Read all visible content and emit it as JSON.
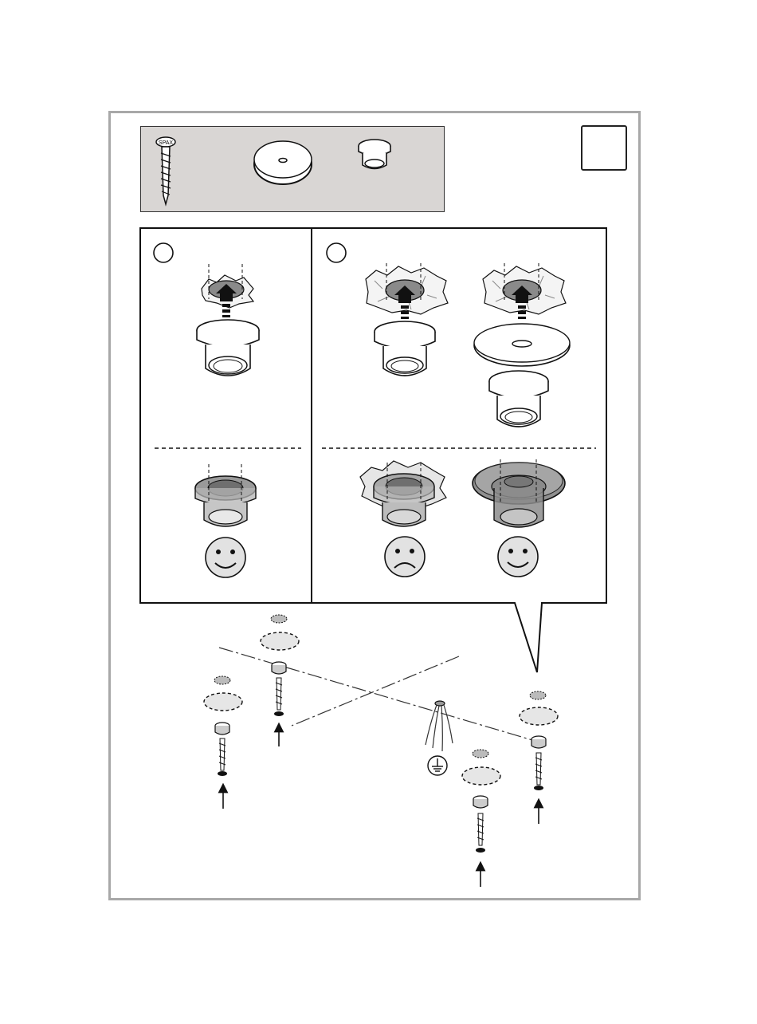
{
  "step_number": "",
  "option_a_marker": "",
  "option_b_marker": "",
  "parts": [
    {
      "name": "screw",
      "icon": "screw-icon"
    },
    {
      "name": "cover-disc",
      "icon": "disc-washer-icon"
    },
    {
      "name": "sleeve",
      "icon": "flanged-sleeve-icon"
    }
  ],
  "outcomes": [
    {
      "case": "option-a",
      "result": "good",
      "icon": "smiley-happy-icon"
    },
    {
      "case": "option-b-sleeve-only",
      "result": "bad",
      "icon": "smiley-sad-icon"
    },
    {
      "case": "option-b-with-disc",
      "result": "good",
      "icon": "smiley-happy-icon"
    }
  ],
  "colors": {
    "frame": "#a8a8a8",
    "parts_bg": "#d9d6d4",
    "hole_fill": "#8a8a8a",
    "face": "#e2e2e2",
    "shade": "#9a9a9a"
  },
  "ground_symbol": "ground-icon"
}
